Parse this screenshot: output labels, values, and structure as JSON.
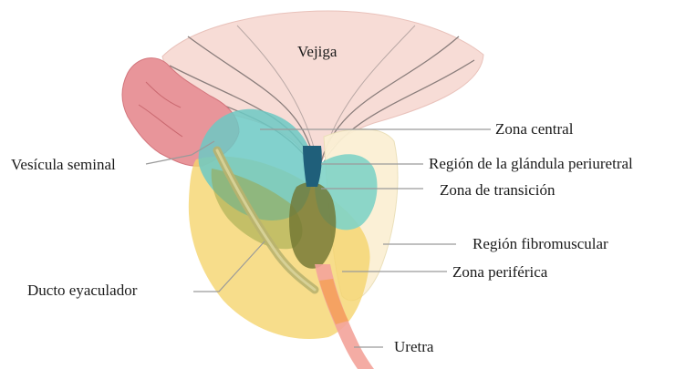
{
  "labels": {
    "bladder": "Vejiga",
    "central_zone": "Zona central",
    "periurethral_region": "Región de la glándula periuretral",
    "transition_zone": "Zona de transición",
    "fibromuscular_region": "Región fibromuscular",
    "peripheral_zone": "Zona periférica",
    "seminal_vesicle": "Vesícula seminal",
    "ejaculatory_duct": "Ducto eyaculador",
    "urethra": "Uretra"
  },
  "colors": {
    "bladder": "#f7dcd6",
    "bladder_lines": "#8a7d7b",
    "seminal_vesicle": "#e8959a",
    "central_zone": "#6cc9c4",
    "periurethral_region": "#1f5f7a",
    "transition_zone": "#7fd3c6",
    "fibromuscular_region": "#fbf0d4",
    "peripheral_zone": "#f5d36a",
    "ejaculatory_duct": "#b9b36e",
    "urethra": "#f3a39a",
    "overlap": "#8a8a3f",
    "leader_line": "#9a9a9a"
  }
}
